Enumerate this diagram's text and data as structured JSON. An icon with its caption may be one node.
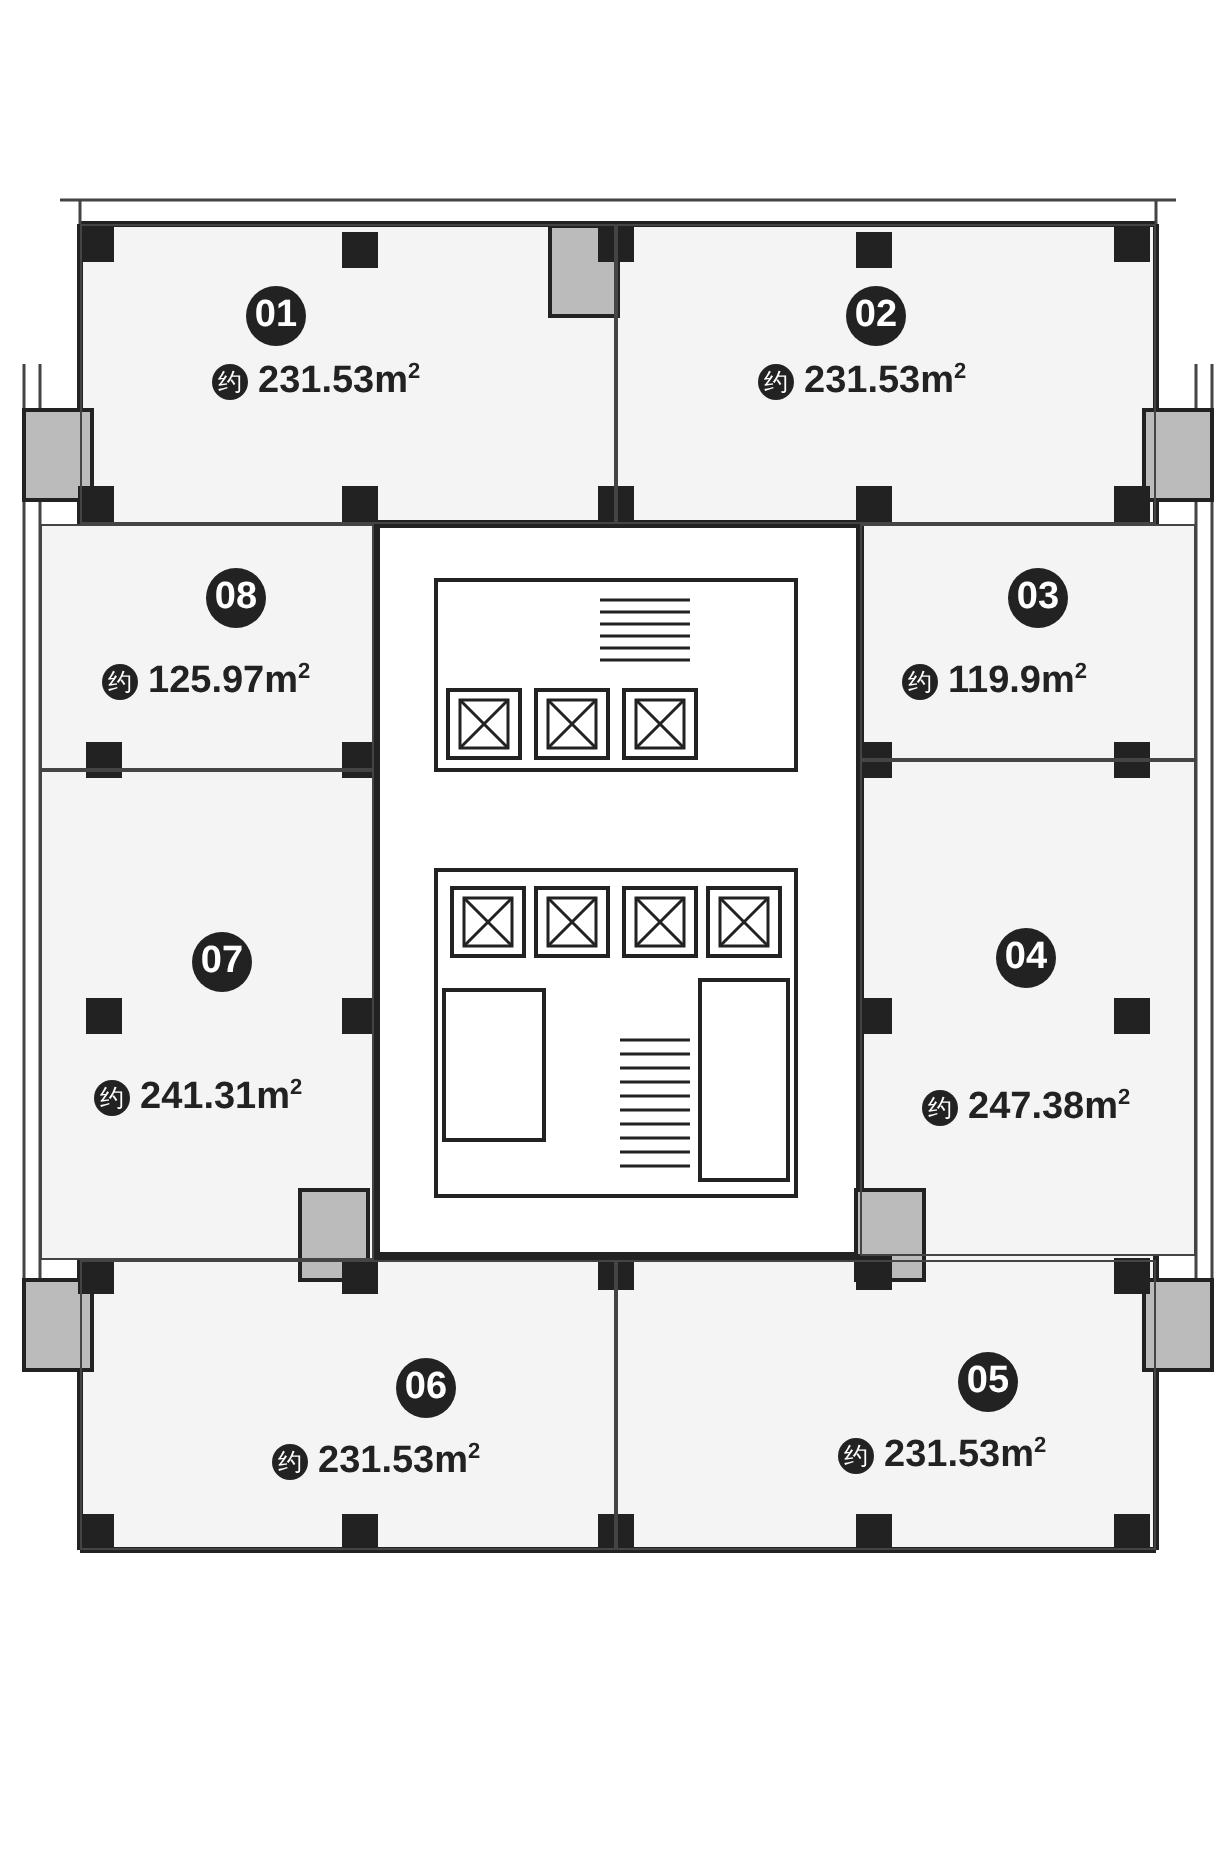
{
  "diagram": {
    "nodes": [
      {
        "text": [
          "01",
          "约",
          "231.53m$^{2}$"
        ]
      },
      {
        "text": [
          "02",
          "约",
          "231.53m$^{2}$"
        ]
      },
      {
        "text": [
          "08",
          "约",
          "125.97m$^{2}$"
        ]
      },
      {
        "text": [
          "03",
          "约",
          "119.9m$^{2}$"
        ]
      },
      {
        "text": [
          "07",
          "约",
          "241.31m$^{2}$"
        ]
      },
      {
        "text": [
          "04",
          "约",
          "247.38m$^{2}$"
        ]
      },
      {
        "text": [
          "06",
          "约",
          "231.53m$^{2}$"
        ]
      },
      {
        "text": [
          "05",
          "约",
          "231.53m$^{2}$"
        ]
      }
    ],
    "edges": []
  }
}
